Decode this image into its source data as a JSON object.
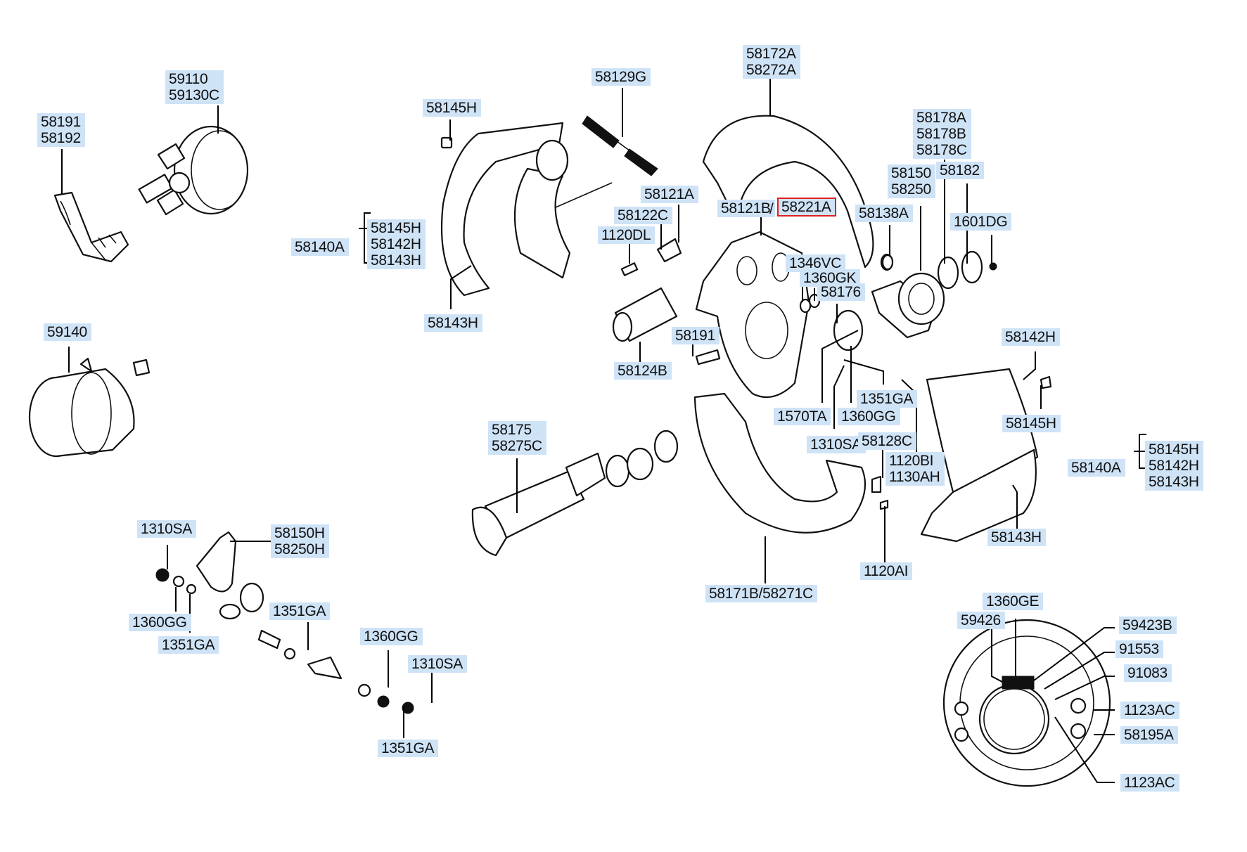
{
  "diagram": {
    "title": "Brake assembly exploded parts diagram",
    "highlight_color": "#e02020",
    "label_bg_color": "#cfe3f7",
    "selected_part": "58221A"
  },
  "labels": {
    "l58191_58192": {
      "lines": [
        "58191",
        "58192"
      ]
    },
    "l59110_59130c": {
      "lines": [
        "59110",
        "59130C"
      ]
    },
    "l59140": {
      "lines": [
        "59140"
      ]
    },
    "l58140a_left": {
      "lines": [
        "58140A"
      ]
    },
    "l58140a_left_group": {
      "lines": [
        "58145H",
        "58142H",
        "58143H"
      ]
    },
    "l58145h_top": {
      "lines": [
        "58145H"
      ]
    },
    "l58143h_left": {
      "lines": [
        "58143H"
      ]
    },
    "l58129g": {
      "lines": [
        "58129G"
      ]
    },
    "l58172a": {
      "lines": [
        "58172A",
        "58272A"
      ]
    },
    "l58121a": {
      "lines": [
        "58121A"
      ]
    },
    "l58122c": {
      "lines": [
        "58122C"
      ]
    },
    "l1120dl": {
      "lines": [
        "1120DL"
      ]
    },
    "l58121b": {
      "lines": [
        "58121B"
      ]
    },
    "slash": "/",
    "l58221a": {
      "lines": [
        "58221A"
      ]
    },
    "l58178": {
      "lines": [
        "58178A",
        "58178B",
        "58178C"
      ]
    },
    "l58150": {
      "lines": [
        "58150",
        "58250"
      ]
    },
    "l58182": {
      "lines": [
        "58182"
      ]
    },
    "l58138a": {
      "lines": [
        "58138A"
      ]
    },
    "l1601dg": {
      "lines": [
        "1601DG"
      ]
    },
    "l1346vc": {
      "lines": [
        "1346VC"
      ]
    },
    "l1360gk": {
      "lines": [
        "1360GK"
      ]
    },
    "l58176": {
      "lines": [
        "58176"
      ]
    },
    "l58191_mid": {
      "lines": [
        "58191"
      ]
    },
    "l58124b": {
      "lines": [
        "58124B"
      ]
    },
    "l1351ga_mid": {
      "lines": [
        "1351GA"
      ]
    },
    "l1570ta": {
      "lines": [
        "1570TA"
      ]
    },
    "l1360gg_mid": {
      "lines": [
        "1360GG"
      ]
    },
    "l1310sa_mid": {
      "lines": [
        "1310SA"
      ]
    },
    "l58128c": {
      "lines": [
        "58128C"
      ]
    },
    "l1120bi": {
      "lines": [
        "1120BI",
        "1130AH"
      ]
    },
    "l1120ai": {
      "lines": [
        "1120AI"
      ]
    },
    "l58142h_right": {
      "lines": [
        "58142H"
      ]
    },
    "l58145h_right": {
      "lines": [
        "58145H"
      ]
    },
    "l58143h_right": {
      "lines": [
        "58143H"
      ]
    },
    "l58140a_right": {
      "lines": [
        "58140A"
      ]
    },
    "l58140a_right_group": {
      "lines": [
        "58145H",
        "58142H",
        "58143H"
      ]
    },
    "l58175": {
      "lines": [
        "58175",
        "58275C"
      ]
    },
    "l58171b": {
      "lines": [
        "58171B/58271C"
      ]
    },
    "l1310sa_bl": {
      "lines": [
        "1310SA"
      ]
    },
    "l58150h": {
      "lines": [
        "58150H",
        "58250H"
      ]
    },
    "l1360gg_bl": {
      "lines": [
        "1360GG"
      ]
    },
    "l1351ga_bl": {
      "lines": [
        "1351GA"
      ]
    },
    "l1351ga_bc": {
      "lines": [
        "1351GA"
      ]
    },
    "l1360gg_bc": {
      "lines": [
        "1360GG"
      ]
    },
    "l1310sa_bc": {
      "lines": [
        "1310SA"
      ]
    },
    "l1351ga_bb": {
      "lines": [
        "1351GA"
      ]
    },
    "l1360ge": {
      "lines": [
        "1360GE"
      ]
    },
    "l59426": {
      "lines": [
        "59426"
      ]
    },
    "l59423b": {
      "lines": [
        "59423B"
      ]
    },
    "l91553": {
      "lines": [
        "91553"
      ]
    },
    "l91083": {
      "lines": [
        "91083"
      ]
    },
    "l1123ac_a": {
      "lines": [
        "1123AC"
      ]
    },
    "l58195a": {
      "lines": [
        "58195A"
      ]
    },
    "l1123ac_b": {
      "lines": [
        "1123AC"
      ]
    }
  }
}
